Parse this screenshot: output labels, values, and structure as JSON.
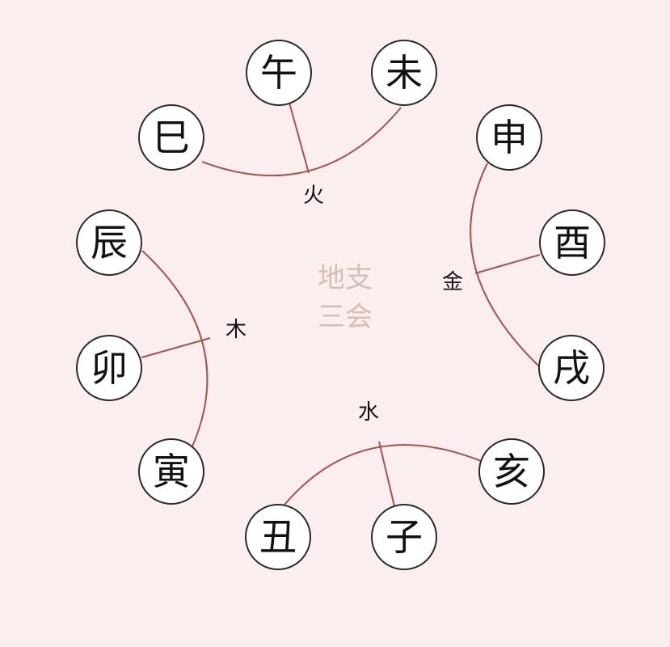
{
  "title": {
    "line1": "地支",
    "line2": "三会"
  },
  "colors": {
    "background": "#fbeeee",
    "connector": "#a8514f",
    "circle_fill": "#ffffff",
    "circle_stroke": "#2a2a2a",
    "title": "#d7bcb8"
  },
  "groups": [
    {
      "element": "火",
      "branches": [
        "巳",
        "午",
        "未"
      ]
    },
    {
      "element": "金",
      "branches": [
        "申",
        "酉",
        "戌"
      ]
    },
    {
      "element": "水",
      "branches": [
        "亥",
        "子",
        "丑"
      ]
    },
    {
      "element": "木",
      "branches": [
        "寅",
        "卯",
        "辰"
      ]
    }
  ]
}
